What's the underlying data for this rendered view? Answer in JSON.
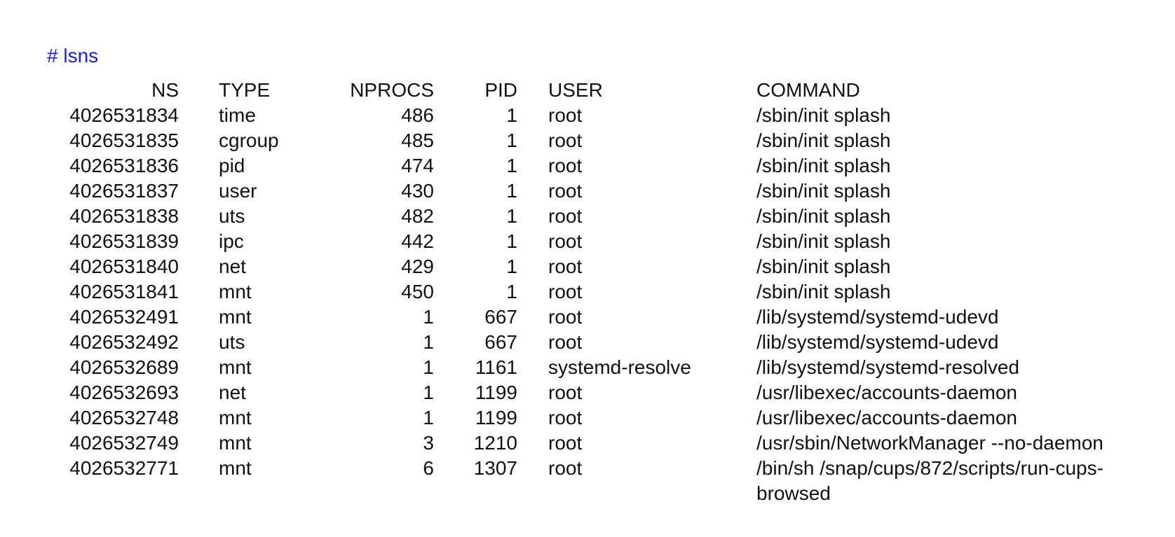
{
  "terminal": {
    "prompt": "# lsns",
    "columns": [
      "NS",
      "TYPE",
      "NPROCS",
      "PID",
      "USER",
      "COMMAND"
    ],
    "rows": [
      {
        "ns": "4026531834",
        "type": "time",
        "nprocs": "486",
        "pid": "1",
        "user": "root",
        "command": "/sbin/init splash"
      },
      {
        "ns": "4026531835",
        "type": "cgroup",
        "nprocs": "485",
        "pid": "1",
        "user": "root",
        "command": "/sbin/init splash"
      },
      {
        "ns": "4026531836",
        "type": "pid",
        "nprocs": "474",
        "pid": "1",
        "user": "root",
        "command": "/sbin/init splash"
      },
      {
        "ns": "4026531837",
        "type": "user",
        "nprocs": "430",
        "pid": "1",
        "user": "root",
        "command": "/sbin/init splash"
      },
      {
        "ns": "4026531838",
        "type": "uts",
        "nprocs": "482",
        "pid": "1",
        "user": "root",
        "command": "/sbin/init splash"
      },
      {
        "ns": "4026531839",
        "type": "ipc",
        "nprocs": "442",
        "pid": "1",
        "user": "root",
        "command": "/sbin/init splash"
      },
      {
        "ns": "4026531840",
        "type": "net",
        "nprocs": "429",
        "pid": "1",
        "user": "root",
        "command": "/sbin/init splash"
      },
      {
        "ns": "4026531841",
        "type": "mnt",
        "nprocs": "450",
        "pid": "1",
        "user": "root",
        "command": "/sbin/init splash"
      },
      {
        "ns": "4026532491",
        "type": "mnt",
        "nprocs": "1",
        "pid": "667",
        "user": "root",
        "command": "/lib/systemd/systemd-udevd"
      },
      {
        "ns": "4026532492",
        "type": "uts",
        "nprocs": "1",
        "pid": "667",
        "user": "root",
        "command": "/lib/systemd/systemd-udevd"
      },
      {
        "ns": "4026532689",
        "type": "mnt",
        "nprocs": "1",
        "pid": "1161",
        "user": "systemd-resolve",
        "command": "/lib/systemd/systemd-resolved"
      },
      {
        "ns": "4026532693",
        "type": "net",
        "nprocs": "1",
        "pid": "1199",
        "user": "root",
        "command": "/usr/libexec/accounts-daemon"
      },
      {
        "ns": "4026532748",
        "type": "mnt",
        "nprocs": "1",
        "pid": "1199",
        "user": "root",
        "command": "/usr/libexec/accounts-daemon"
      },
      {
        "ns": "4026532749",
        "type": "mnt",
        "nprocs": "3",
        "pid": "1210",
        "user": "root",
        "command": "/usr/sbin/NetworkManager --no-daemon"
      },
      {
        "ns": "4026532771",
        "type": "mnt",
        "nprocs": "6",
        "pid": "1307",
        "user": "root",
        "command": "/bin/sh /snap/cups/872/scripts/run-cups-browsed"
      }
    ]
  },
  "colors": {
    "prompt": "#1a1ae6",
    "text": "#111111",
    "background": "#ffffff"
  }
}
